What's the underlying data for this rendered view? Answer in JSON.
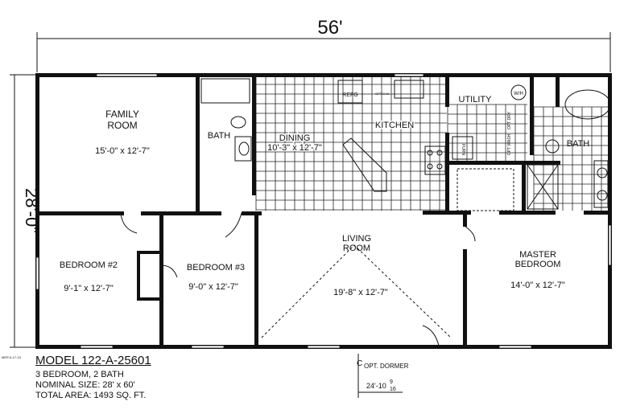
{
  "dimensions": {
    "width": "56'",
    "depth": "28'-0\"",
    "dormer_offset": "24'-10",
    "dormer_fraction_num": "9",
    "dormer_fraction_den": "16",
    "dormer_label": "OPT. DORMER",
    "centerline": "C"
  },
  "rooms": {
    "family_room": {
      "name_1": "FAMILY",
      "name_2": "ROOM",
      "size": "15'-0\" x 12'-7\""
    },
    "bath_1": {
      "name": "BATH"
    },
    "dining": {
      "name": "DINING",
      "size": "10'-3\" x 12'-7\""
    },
    "kitchen": {
      "name": "KITCHEN",
      "refrigerator": "REFG",
      "dishwasher": "OPT D.W."
    },
    "utility": {
      "name": "UTILITY",
      "water_heater": "W/H",
      "opt_dry": "OPT DRY",
      "opt_wash": "OPT WASH",
      "furnace": "FURN"
    },
    "bath_2": {
      "name": "BATH"
    },
    "bedroom_2": {
      "name": "BEDROOM #2",
      "size": "9'-1\" x 12'-7\""
    },
    "bedroom_3": {
      "name": "BEDROOM #3",
      "size": "9'-0\" x 12'-7\""
    },
    "living_room": {
      "name_1": "LIVING",
      "name_2": "ROOM",
      "size": "19'-8\" x 12'-7\""
    },
    "master_bedroom": {
      "name_1": "MASTER",
      "name_2": "BEDROOM",
      "size": "14'-0\" x 12'-7\""
    }
  },
  "info": {
    "drawing_ref": "MER 6-17-15",
    "model": "MODEL 122-A-25601",
    "bed_bath": "3 BEDROOM, 2 BATH",
    "nominal_size": "NOMINAL SIZE: 28' x 60'",
    "total_area": "TOTAL AREA: 1493 SQ. FT."
  }
}
